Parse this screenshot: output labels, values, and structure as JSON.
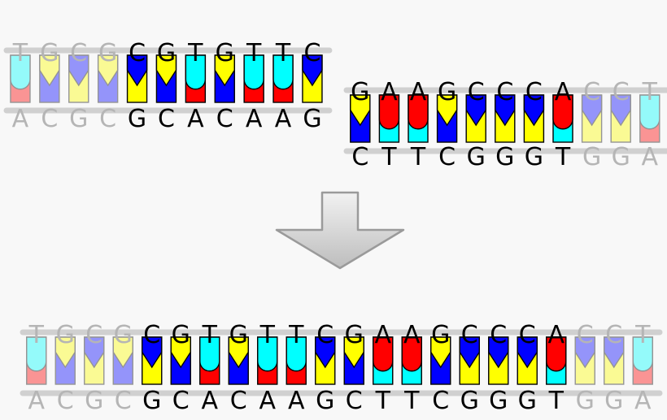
{
  "colors": {
    "A": "#ff0000",
    "T": "#00ffff",
    "G": "#ffff00",
    "C": "#0000ff",
    "outline": "#000000",
    "backbone": "#d0d0d0",
    "arrow_fill": "#dcdcdc",
    "arrow_stroke": "#999999",
    "background": "#f8f8f8"
  },
  "fragments": [
    {
      "id": "fragment-left",
      "top": "TGCGCGTGTTC",
      "bottom": "ACGCGCACAAG",
      "faded_top": [
        0,
        1,
        2,
        3
      ],
      "faded_bottom": [
        0,
        1,
        2,
        3
      ]
    },
    {
      "id": "fragment-right",
      "top": "GAAGCCCACCT",
      "bottom": "CTTCGGGTGGA",
      "faded_top": [
        8,
        9,
        10
      ],
      "faded_bottom": [
        8,
        9,
        10
      ]
    },
    {
      "id": "fragment-ligated",
      "top": "TGCGCGTGTTCGAAGCCCACCT",
      "bottom": "ACGCGCACAAGCTTCGGGTGGA",
      "faded_top": [
        0,
        1,
        2,
        3,
        19,
        20,
        21
      ],
      "faded_bottom": [
        0,
        1,
        2,
        3,
        19,
        20,
        21
      ]
    }
  ],
  "arrow": {
    "icon": "down-arrow-icon"
  }
}
